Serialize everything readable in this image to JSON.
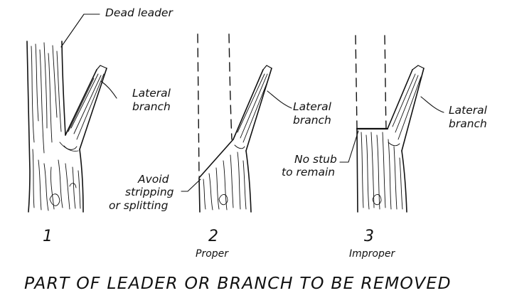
{
  "figures": [
    {
      "number": "1",
      "caption": "",
      "labels": {
        "top": "Dead leader",
        "branch": "Lateral branch"
      }
    },
    {
      "number": "2",
      "caption": "Proper",
      "labels": {
        "branch": "Lateral branch",
        "cut_note": "Avoid stripping or splitting"
      }
    },
    {
      "number": "3",
      "caption": "Improper",
      "labels": {
        "branch": "Lateral branch",
        "cut_note": "No stub to remain"
      }
    }
  ],
  "text": {
    "dead_leader": "Dead leader",
    "lateral_branch_line1": "Lateral",
    "lateral_branch_line2": "branch",
    "avoid_line1": "Avoid",
    "avoid_line2": "stripping",
    "avoid_line3": "or splitting",
    "nostub_line1": "No stub",
    "nostub_line2": "to remain",
    "title": "PART OF LEADER OR BRANCH TO BE REMOVED"
  },
  "colors": {
    "ink": "#111111",
    "background": "#ffffff"
  }
}
